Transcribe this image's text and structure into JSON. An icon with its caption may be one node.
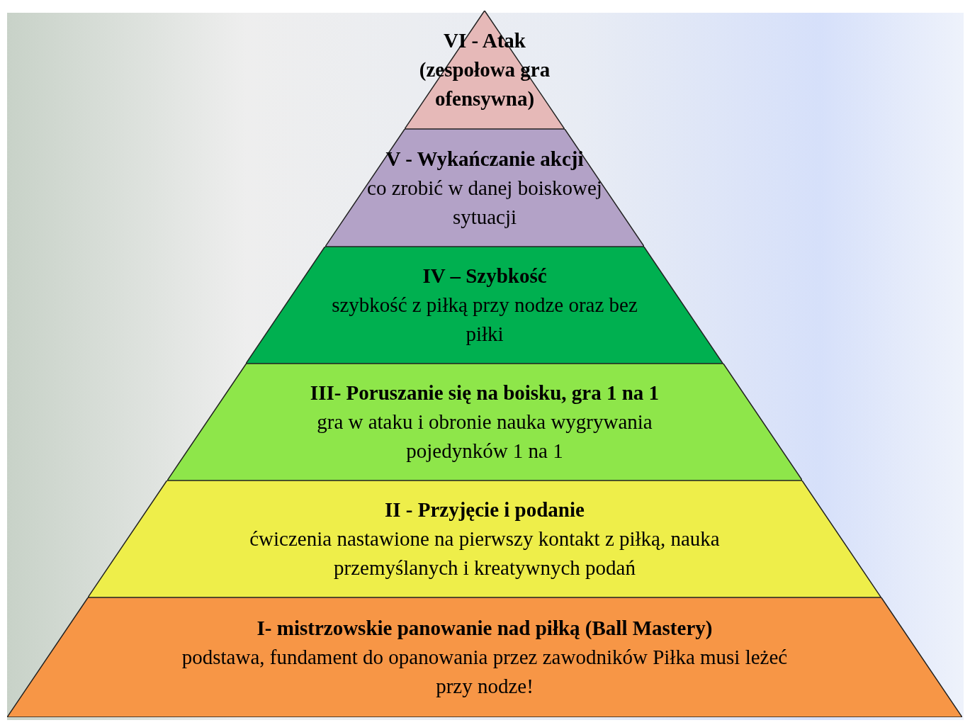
{
  "diagram": {
    "nodes": [
      {
        "text": [
          "VI - Atak (zespołowa gra ofensywna)"
        ]
      },
      {
        "text": [
          "V - Wykańczanie akcji",
          "co zrobić w danej boiskowej sytuacji"
        ]
      },
      {
        "text": [
          "IV – Szybkość",
          "szybkość z piłką przy nodze oraz bez piłki"
        ]
      },
      {
        "text": [
          "III- Poruszanie się na boisku, gra 1 na 1",
          "gra w ataku i obronie nauka wygrywania pojedynków 1 na 1"
        ]
      },
      {
        "text": [
          "II - Przyjęcie i podanie",
          "ćwiczenia nastawione na pierwszy kontakt z piłką, nauka przemyślanych i kreatywnych podań"
        ]
      },
      {
        "text": [
          "I- mistrzowskie panowanie nad piłką (Ball Mastery)",
          "podstawa, fundament do opanowania przez zawodników Piłka musi leżeć przy nodze!"
        ]
      }
    ]
  }
}
